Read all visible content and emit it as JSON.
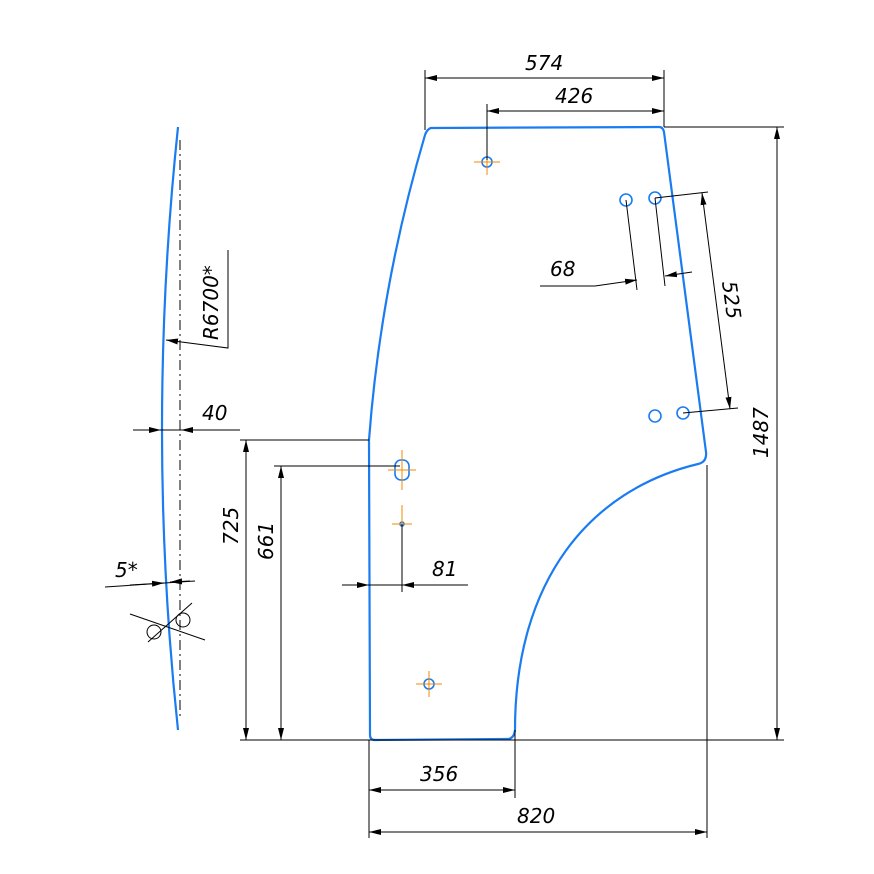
{
  "drawing": {
    "dimensions": {
      "top_width": "574",
      "hole_offset_top": "426",
      "hole_spacing": "68",
      "hole_vertical_spacing": "525",
      "total_height": "1487",
      "radius": "R6700*",
      "thickness": "40",
      "angle": "5*",
      "height_725": "725",
      "height_661": "661",
      "offset_81": "81",
      "bottom_width": "356",
      "total_width": "820"
    },
    "colors": {
      "part": "#1a7cf0",
      "center_marks": "#f08a00",
      "lines": "#000000"
    }
  }
}
